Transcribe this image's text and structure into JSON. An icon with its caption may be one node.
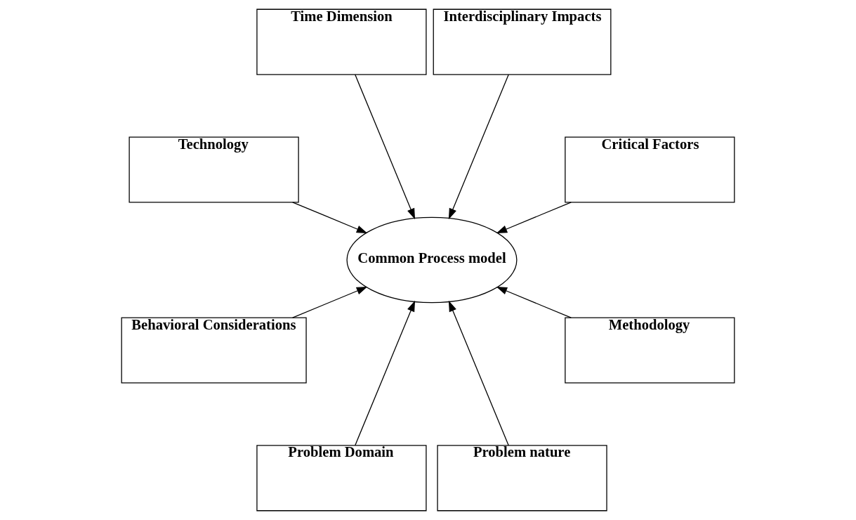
{
  "diagram": {
    "nodes": [
      {
        "text": [
          "Time Dimension"
        ]
      },
      {
        "text": [
          "Technology"
        ]
      },
      {
        "text": [
          "Interdisciplinary Impacts"
        ]
      },
      {
        "text": [
          "Behavioral Considerations"
        ]
      },
      {
        "text": [
          "Common Process model"
        ]
      },
      {
        "text": [
          "Critical Factors"
        ]
      },
      {
        "text": [
          "Problem Domain"
        ]
      },
      {
        "text": [
          "Methodology"
        ]
      },
      {
        "text": [
          "Problem nature"
        ]
      }
    ],
    "edges": [
      {
        "from": 0,
        "to": 4,
        "arrow": "to"
      },
      {
        "from": 1,
        "to": 4,
        "arrow": "to"
      },
      {
        "from": 2,
        "to": 4,
        "arrow": "to"
      },
      {
        "from": 3,
        "to": 4,
        "arrow": "to"
      },
      {
        "from": 5,
        "to": 4,
        "arrow": "to"
      },
      {
        "from": 6,
        "to": 4,
        "arrow": "to"
      },
      {
        "from": 7,
        "to": 4,
        "arrow": "to"
      },
      {
        "from": 8,
        "to": 4,
        "arrow": "to"
      }
    ]
  }
}
